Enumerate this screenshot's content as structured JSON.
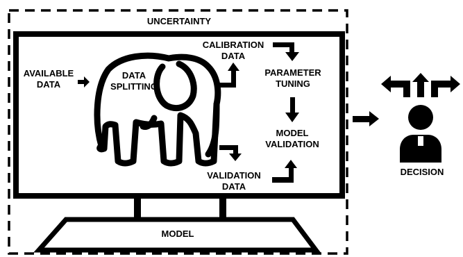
{
  "uncertainty": "UNCERTAINTY",
  "available_data": [
    "AVAILABLE",
    "DATA"
  ],
  "data_splitting": [
    "DATA",
    "SPLITTING"
  ],
  "calibration_data": [
    "CALIBRATION",
    "DATA"
  ],
  "parameter_tuning": [
    "PARAMETER",
    "TUNING"
  ],
  "model_validation": [
    "MODEL",
    "VALIDATION"
  ],
  "validation_data": [
    "VALIDATION",
    "DATA"
  ],
  "model": "MODEL",
  "decision": "DECISION",
  "icons": {
    "elephant": "elephant-icon",
    "monitor": "monitor-icon",
    "person": "person-icon"
  }
}
